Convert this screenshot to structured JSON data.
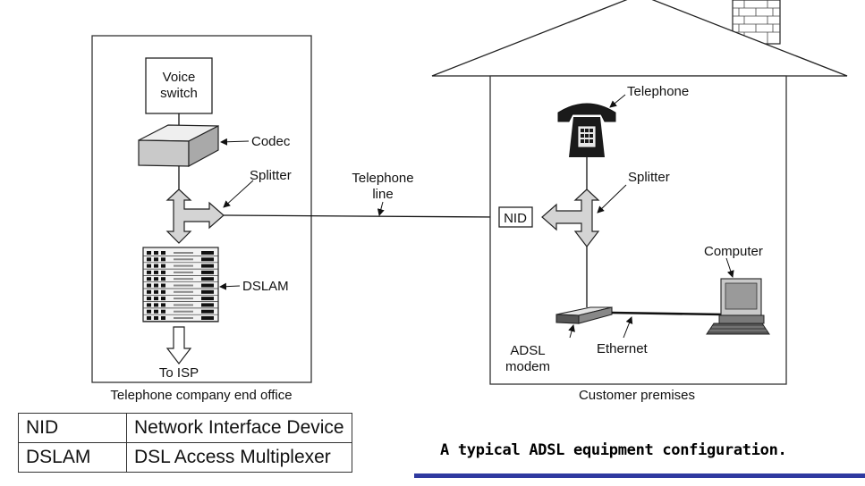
{
  "office": {
    "voice_switch_line1": "Voice",
    "voice_switch_line2": "switch",
    "codec": "Codec",
    "splitter": "Splitter",
    "dslam": "DSLAM",
    "to_isp": "To ISP",
    "caption": "Telephone company end office"
  },
  "line": {
    "label_line1": "Telephone",
    "label_line2": "line"
  },
  "premises": {
    "telephone": "Telephone",
    "splitter": "Splitter",
    "nid": "NID",
    "computer": "Computer",
    "modem_line1": "ADSL",
    "modem_line2": "modem",
    "ethernet": "Ethernet",
    "caption": "Customer premises"
  },
  "legend": [
    {
      "abbr": "NID",
      "full": "Network Interface Device"
    },
    {
      "abbr": "DSLAM",
      "full": "DSL Access Multiplexer"
    }
  ],
  "figure_caption": "A typical ADSL equipment configuration.",
  "colors": {
    "caption_rule": "#2f3aa0",
    "splitter_fill": "#d4d4d4",
    "phone_body": "#1a1a1a"
  }
}
